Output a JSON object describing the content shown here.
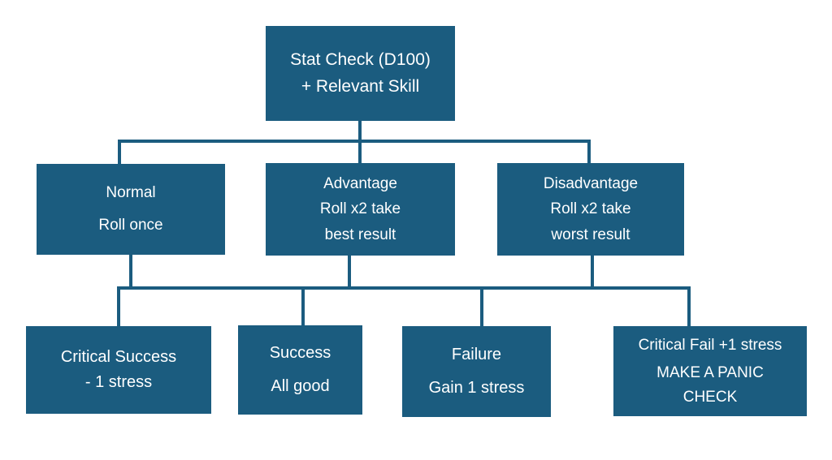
{
  "diagram": {
    "title_visible": false,
    "colors": {
      "node_fill": "#1B5C7F",
      "node_text": "#FFFFFF",
      "connector": "#1B5C7F",
      "background": "#FFFFFF"
    },
    "nodes": {
      "root": {
        "name": "stat-check",
        "lines": [
          "Stat Check (D100)",
          "+ Relevant Skill"
        ]
      },
      "normal": {
        "name": "normal",
        "lines": [
          "Normal",
          "Roll once"
        ]
      },
      "advantage": {
        "name": "advantage",
        "lines": [
          "Advantage",
          "Roll x2 take",
          "best result"
        ]
      },
      "disadvantage": {
        "name": "disadvantage",
        "lines": [
          "Disadvantage",
          "Roll x2 take",
          "worst result"
        ]
      },
      "critical_success": {
        "name": "critical-success",
        "lines": [
          "Critical Success",
          "- 1 stress"
        ]
      },
      "success": {
        "name": "success",
        "lines": [
          "Success",
          "All good"
        ]
      },
      "failure": {
        "name": "failure",
        "lines": [
          "Failure",
          "Gain 1 stress"
        ]
      },
      "critical_fail": {
        "name": "critical-fail",
        "lines": [
          "Critical Fail +1 stress",
          "MAKE A PANIC",
          "CHECK"
        ]
      }
    }
  }
}
